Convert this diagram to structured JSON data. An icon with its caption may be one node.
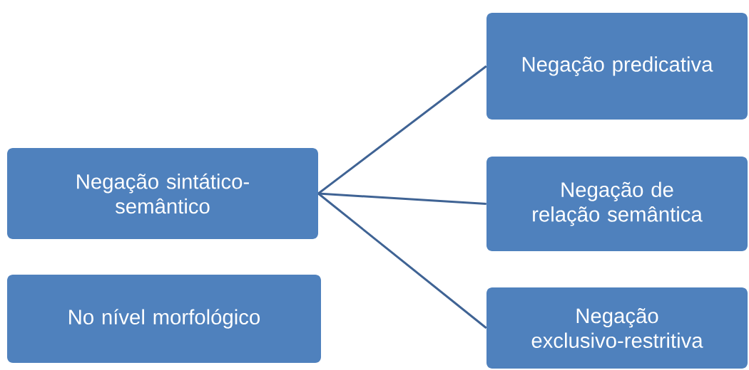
{
  "diagram": {
    "nodes": [
      {
        "text": [
          "Negação sintático-semântico"
        ]
      },
      {
        "text": [
          "No nível morfológico"
        ]
      },
      {
        "text": [
          "Negação predicativa"
        ]
      },
      {
        "text": [
          "Negação de relação semântica"
        ]
      },
      {
        "text": [
          "Negação exclusivo-restritiva"
        ]
      }
    ],
    "edges": [
      {
        "from": 0,
        "to": 2,
        "arrow": "none"
      },
      {
        "from": 0,
        "to": 3,
        "arrow": "none"
      },
      {
        "from": 0,
        "to": 4,
        "arrow": "none"
      }
    ]
  }
}
